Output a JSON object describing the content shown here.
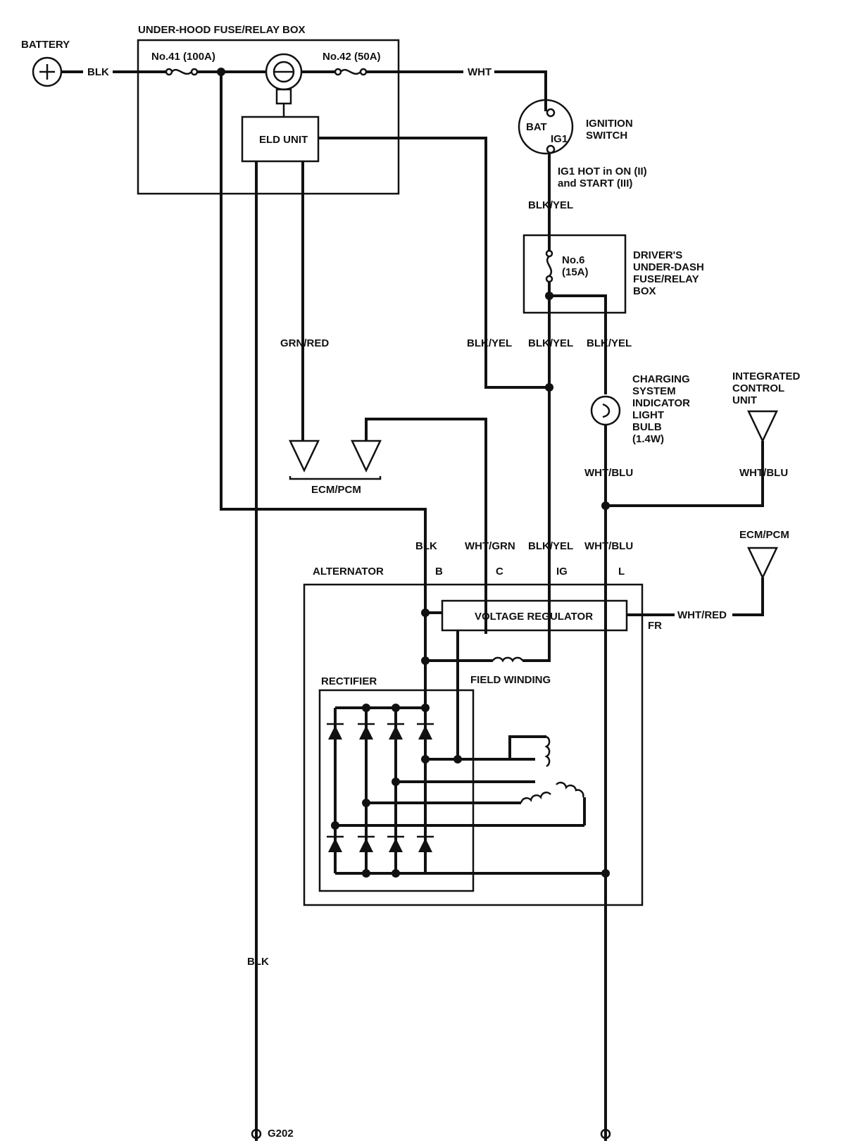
{
  "battery": "BATTERY",
  "under_hood_box": "UNDER-HOOD FUSE/RELAY BOX",
  "fuse41": "No.41 (100A)",
  "fuse42": "No.42 (50A)",
  "eld_unit": "ELD UNIT",
  "ignition": {
    "bat": "BAT",
    "ig1": "IG1",
    "switch_line1": "IGNITION",
    "switch_line2": "SWITCH",
    "note_line1": "IG1 HOT in ON (II)",
    "note_line2": "and START (III)"
  },
  "dash_box": {
    "fuse_line1": "No.6",
    "fuse_line2": "(15A)",
    "name_line1": "DRIVER'S",
    "name_line2": "UNDER-DASH",
    "name_line3": "FUSE/RELAY",
    "name_line4": "BOX"
  },
  "indicator": {
    "line1": "CHARGING",
    "line2": "SYSTEM",
    "line3": "INDICATOR",
    "line4": "LIGHT",
    "line5": "BULB",
    "line6": "(1.4W)"
  },
  "icu": {
    "line1": "INTEGRATED",
    "line2": "CONTROL",
    "line3": "UNIT"
  },
  "ecm_pcm": "ECM/PCM",
  "alternator": "ALTERNATOR",
  "voltage_regulator": "VOLTAGE REGULATOR",
  "rectifier": "RECTIFIER",
  "field_winding": "FIELD WINDING",
  "terminals": {
    "b": "B",
    "c": "C",
    "ig": "IG",
    "l": "L",
    "fr": "FR"
  },
  "wires": {
    "blk": "BLK",
    "wht": "WHT",
    "blk_yel": "BLK/YEL",
    "grn_red": "GRN/RED",
    "wht_blu": "WHT/BLU",
    "wht_grn": "WHT/GRN",
    "wht_red": "WHT/RED"
  },
  "ground": "G202"
}
